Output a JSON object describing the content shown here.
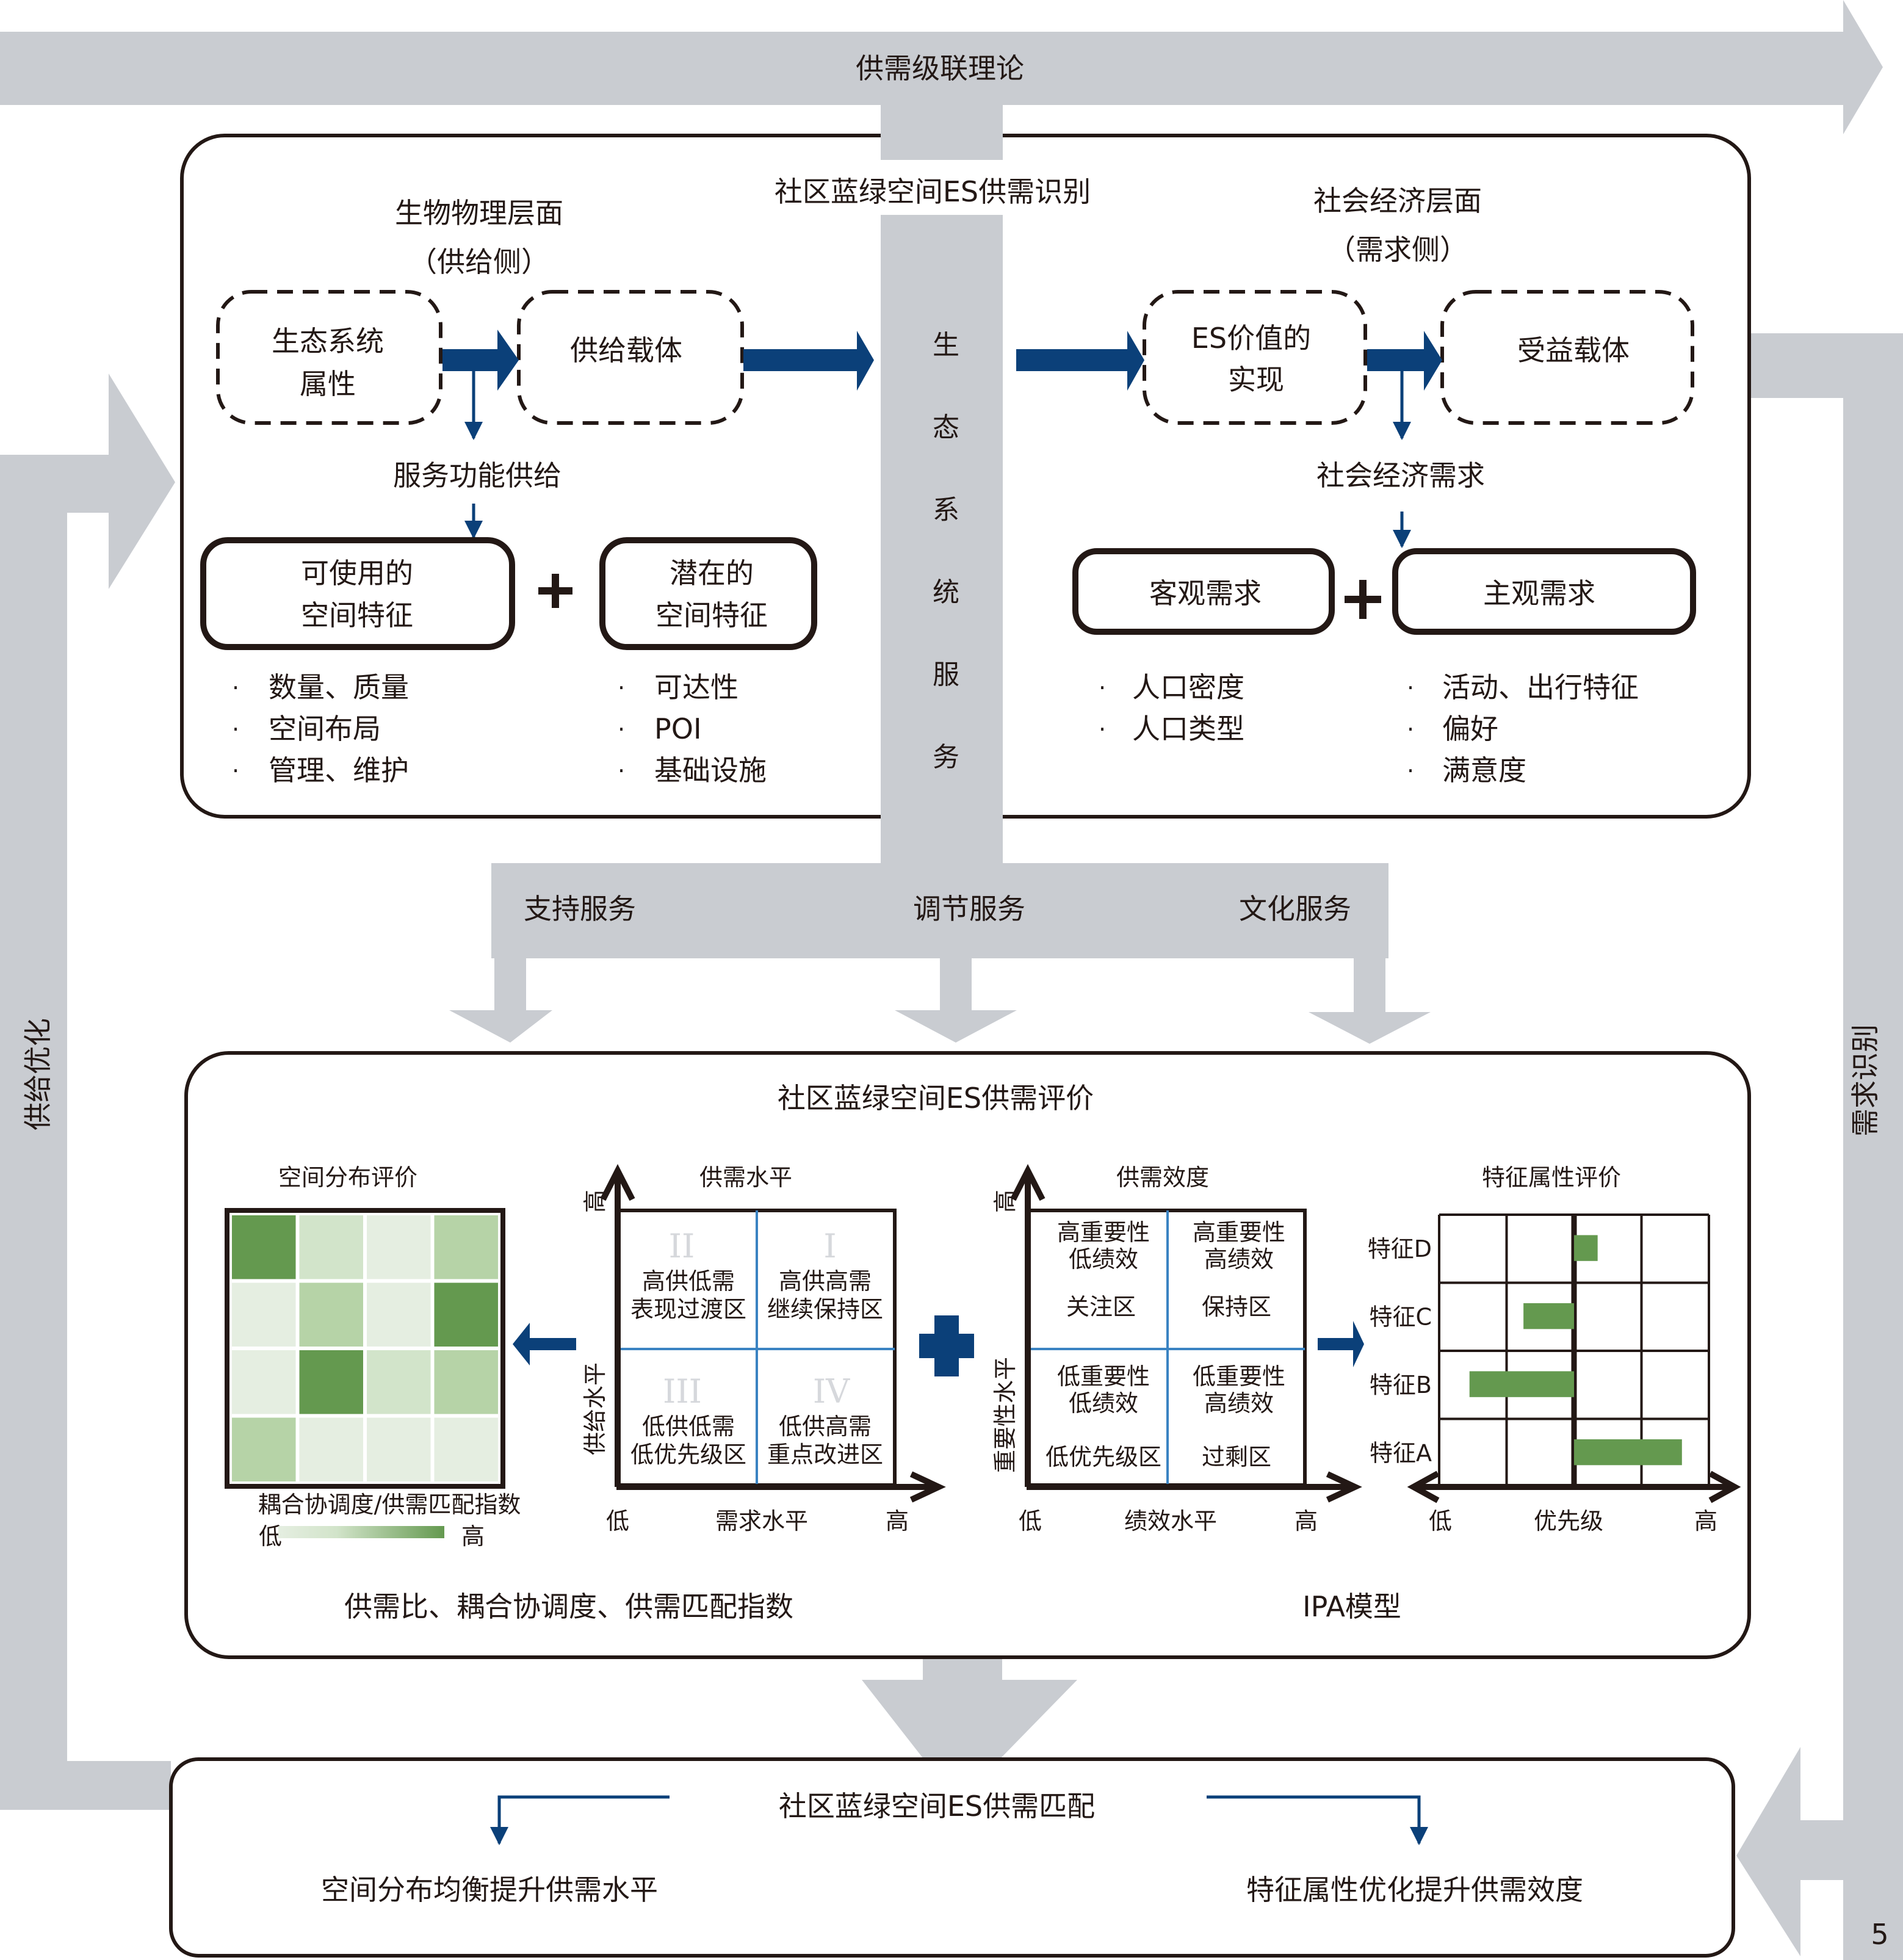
{
  "colors": {
    "band_grey": "#c9ccd1",
    "arrow_navy": "#0b4079",
    "quadrant_blue": "#3a83c2",
    "green_dark": "#64994f",
    "green_mid": "#b6d3a7",
    "green_light": "#d2e4ca",
    "green_pale": "#e5eee1",
    "text": "#231815"
  },
  "top_band": {
    "label": "供需级联理论"
  },
  "side_bands": {
    "left_label": "供给优化",
    "right_label": "需求识别"
  },
  "identification": {
    "title": "社区蓝绿空间ES供需识别",
    "supply_side": {
      "heading": "生物物理层面",
      "subheading": "（供给侧）",
      "box1": [
        "生态系统",
        "属性"
      ],
      "box2": "供给载体",
      "function_label": "服务功能供给",
      "usable": {
        "title": [
          "可使用的",
          "空间特征"
        ],
        "bullets": [
          "数量、质量",
          "空间布局",
          "管理、维护"
        ]
      },
      "potential": {
        "title": [
          "潜在的",
          "空间特征"
        ],
        "bullets": [
          "可达性",
          "POI",
          "基础设施"
        ]
      }
    },
    "demand_side": {
      "heading": "社会经济层面",
      "subheading": "（需求侧）",
      "box1": [
        "ES价值的",
        "实现"
      ],
      "box2": "受益载体",
      "demand_label": "社会经济需求",
      "objective": {
        "title": "客观需求",
        "bullets": [
          "人口密度",
          "人口类型"
        ]
      },
      "subjective": {
        "title": "主观需求",
        "bullets": [
          "活动、出行特征",
          "偏好",
          "满意度"
        ]
      }
    },
    "center_column": [
      "生",
      "态",
      "系",
      "统",
      "服",
      "务"
    ],
    "plus": "+"
  },
  "services": [
    "支持服务",
    "调节服务",
    "文化服务"
  ],
  "evaluation": {
    "title": "社区蓝绿空间ES供需评价",
    "spatial": {
      "title": "空间分布评价",
      "legend_title": "耦合协调度/供需匹配指数",
      "legend_low": "低",
      "legend_high": "高"
    },
    "supply_demand_level": {
      "title": "供需水平",
      "y_axis": "供给水平",
      "y_high": "高",
      "x_axis": "需求水平",
      "x_low": "低",
      "x_high": "高",
      "quadrants": [
        {
          "roman": "II",
          "lines": [
            "高供低需",
            "表现过渡区"
          ]
        },
        {
          "roman": "I",
          "lines": [
            "高供高需",
            "继续保持区"
          ]
        },
        {
          "roman": "III",
          "lines": [
            "低供低需",
            "低优先级区"
          ]
        },
        {
          "roman": "IV",
          "lines": [
            "低供高需",
            "重点改进区"
          ]
        }
      ]
    },
    "effectiveness": {
      "title": "供需效度",
      "y_axis": "重要性水平",
      "y_high": "高",
      "x_axis": "绩效水平",
      "x_low": "低",
      "x_high": "高",
      "quadrants": [
        {
          "lines": [
            "高重要性",
            "低绩效"
          ],
          "zone": "关注区"
        },
        {
          "lines": [
            "高重要性",
            "高绩效"
          ],
          "zone": "保持区"
        },
        {
          "lines": [
            "低重要性",
            "低绩效"
          ],
          "zone": "低优先级区"
        },
        {
          "lines": [
            "低重要性",
            "高绩效"
          ],
          "zone": "过剩区"
        }
      ]
    },
    "attribute": {
      "title": "特征属性评价",
      "x_axis": "优先级",
      "x_low": "低",
      "x_high": "高"
    },
    "method_left": "供需比、耦合协调度、供需匹配指数",
    "method_right": "IPA模型"
  },
  "chart_data": [
    {
      "type": "heatmap",
      "title": "空间分布评价",
      "legend": "耦合协调度/供需匹配指数",
      "scale": [
        "低",
        "高"
      ],
      "rows": 4,
      "cols": 4,
      "values": [
        [
          4,
          2,
          1,
          3
        ],
        [
          1,
          3,
          1,
          4
        ],
        [
          1,
          4,
          2,
          3
        ],
        [
          3,
          1,
          1,
          1
        ]
      ],
      "value_range": [
        1,
        4
      ]
    },
    {
      "type": "bar",
      "orientation": "horizontal",
      "title": "特征属性评价",
      "xlabel": "优先级",
      "x_tick_labels": [
        "低",
        "高"
      ],
      "categories": [
        "特征D",
        "特征C",
        "特征B",
        "特征A"
      ],
      "xlim": [
        -2,
        2
      ],
      "values": [
        0.35,
        -0.75,
        -1.55,
        1.6
      ],
      "grid": true
    }
  ],
  "match": {
    "title": "社区蓝绿空间ES供需匹配",
    "left_result": "空间分布均衡提升供需水平",
    "right_result": "特征属性优化提升供需效度"
  },
  "page_number": "5"
}
